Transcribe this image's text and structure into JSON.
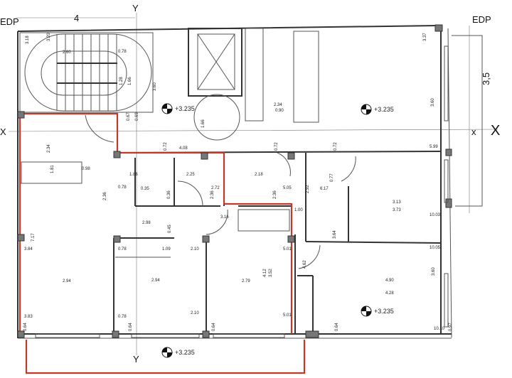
{
  "plan": {
    "grid_labels": {
      "edp_left": "EDP",
      "edp_right": "EDP",
      "top_dim": "4",
      "right_dim": "3,5",
      "y_top": "Y",
      "y_bottom": "Y",
      "x_left": "X",
      "x_right": "X",
      "x_right_small": "x"
    },
    "elevations": [
      "+3.235",
      "+3.235",
      "+3.235",
      "+3.235"
    ],
    "dimensions": [
      "3.18",
      "3.20",
      "2.60",
      "0.78",
      "1.28",
      "1.66",
      "0.67",
      "0.69",
      "3.60",
      "3.37",
      "1.66",
      "2.34",
      "0.90",
      "3.60",
      "0.72",
      "4.08",
      "0.72",
      "0.72",
      "5.99",
      "2.34",
      "1.81",
      "0.98",
      "1.86",
      "2.25",
      "2.18",
      "0.78",
      "0.35",
      "0.36",
      "2.72",
      "2.36",
      "5.05",
      "2.36",
      "2.36",
      "6.17",
      "0.77",
      "2.92",
      "3.16",
      "2.98",
      "0.45",
      "3.13",
      "3.73",
      "1.00",
      "10.03",
      "3.64",
      "10.05",
      "2.10",
      "0.78",
      "1.09",
      "3.84",
      "7.17",
      "5.01",
      "4.62",
      "2.94",
      "2.94",
      "2.79",
      "4.90",
      "4.28",
      "3.60",
      "3.83",
      "0.78",
      "2.10",
      "5.01",
      "0.64",
      "0.64",
      "0.64",
      "0.64",
      "10.10",
      "0.97",
      "4.12",
      "3.52"
    ],
    "colors": {
      "wall": "#333333",
      "outline": "#c0392b",
      "column": "#777777"
    }
  }
}
